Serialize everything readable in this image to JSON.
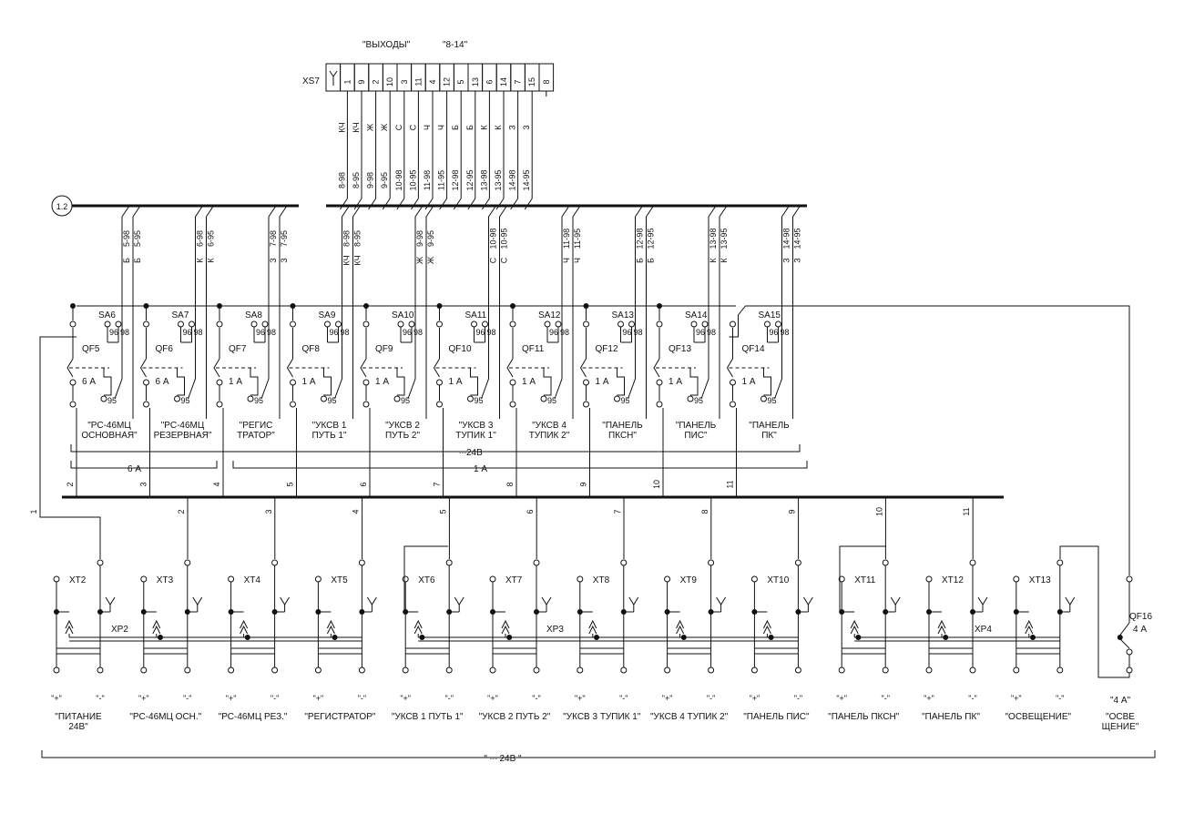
{
  "header": {
    "outputs": "\"ВЫХОДЫ\"",
    "range": "\"8-14\""
  },
  "connector_xs7": {
    "label": "XS7",
    "pins": [
      {
        "pin": "1",
        "color": "КЧ",
        "wire": "8-98"
      },
      {
        "pin": "9",
        "color": "КЧ",
        "wire": "8-95"
      },
      {
        "pin": "2",
        "color": "Ж",
        "wire": "9-98"
      },
      {
        "pin": "10",
        "color": "Ж",
        "wire": "9-95"
      },
      {
        "pin": "3",
        "color": "С",
        "wire": "10-98"
      },
      {
        "pin": "11",
        "color": "С",
        "wire": "10-95"
      },
      {
        "pin": "4",
        "color": "Ч",
        "wire": "11-98"
      },
      {
        "pin": "12",
        "color": "Ч",
        "wire": "11-95"
      },
      {
        "pin": "5",
        "color": "Б",
        "wire": "12-98"
      },
      {
        "pin": "13",
        "color": "Б",
        "wire": "12-95"
      },
      {
        "pin": "6",
        "color": "К",
        "wire": "13-98"
      },
      {
        "pin": "14",
        "color": "К",
        "wire": "13-95"
      },
      {
        "pin": "7",
        "color": "З",
        "wire": "14-98"
      },
      {
        "pin": "15",
        "color": "З",
        "wire": "14-95"
      },
      {
        "pin": "8",
        "color": "",
        "wire": ""
      }
    ]
  },
  "sheet_ref": "1.2",
  "channels": [
    {
      "sa": "SA6",
      "qf": "QF5",
      "rating": "6 А",
      "w98": "5-98",
      "w95": "5-95",
      "color": "Б",
      "label": [
        "\"РС-46МЦ",
        "ОСНОВНАЯ\""
      ]
    },
    {
      "sa": "SA7",
      "qf": "QF6",
      "rating": "6 А",
      "w98": "6-98",
      "w95": "6-95",
      "color": "К",
      "label": [
        "\"РС-46МЦ",
        "РЕЗЕРВНАЯ\""
      ]
    },
    {
      "sa": "SA8",
      "qf": "QF7",
      "rating": "1 А",
      "w98": "7-98",
      "w95": "7-95",
      "color": "З",
      "label": [
        "\"РЕГИС",
        "ТРАТОР\""
      ]
    },
    {
      "sa": "SA9",
      "qf": "QF8",
      "rating": "1 А",
      "w98": "8-98",
      "w95": "8-95",
      "color": "КЧ",
      "label": [
        "\"УКСВ 1",
        "ПУТЬ 1\""
      ]
    },
    {
      "sa": "SA10",
      "qf": "QF9",
      "rating": "1 А",
      "w98": "9-98",
      "w95": "9-95",
      "color": "Ж",
      "label": [
        "\"УКСВ 2",
        "ПУТЬ 2\""
      ]
    },
    {
      "sa": "SA11",
      "qf": "QF10",
      "rating": "1 А",
      "w98": "10-98",
      "w95": "10-95",
      "color": "С",
      "label": [
        "\"УКСВ 3",
        "ТУПИК 1\""
      ]
    },
    {
      "sa": "SA12",
      "qf": "QF11",
      "rating": "1 А",
      "w98": "11-98",
      "w95": "11-95",
      "color": "Ч",
      "label": [
        "\"УКСВ 4",
        "ТУПИК 2\""
      ]
    },
    {
      "sa": "SA13",
      "qf": "QF12",
      "rating": "1 А",
      "w98": "12-98",
      "w95": "12-95",
      "color": "Б",
      "label": [
        "\"ПАНЕЛЬ",
        "ПКСН\""
      ]
    },
    {
      "sa": "SA14",
      "qf": "QF13",
      "rating": "1 А",
      "w98": "13-98",
      "w95": "13-95",
      "color": "К",
      "label": [
        "\"ПАНЕЛЬ",
        "ПИС\""
      ]
    },
    {
      "sa": "SA15",
      "qf": "QF14",
      "rating": "1 А",
      "w98": "14-98",
      "w95": "14-95",
      "color": "З",
      "label": [
        "\"ПАНЕЛЬ",
        "ПК\""
      ]
    }
  ],
  "contact_labels": {
    "c96": "96",
    "c98": "98",
    "c95": "95"
  },
  "group_labels": {
    "dc24": "24В",
    "g6a": "6 А",
    "g1a": "1 А"
  },
  "lower_bus_numbers": [
    "2",
    "3",
    "4",
    "5",
    "6",
    "7",
    "8",
    "9",
    "10",
    "11"
  ],
  "drop_numbers": [
    "2",
    "3",
    "4",
    "5",
    "6",
    "7",
    "8",
    "9",
    "10",
    "11"
  ],
  "left_wire_number": "1",
  "terminal_blocks": [
    "XT2",
    "XT3",
    "XT4",
    "XT5",
    "XT6",
    "XT7",
    "XT8",
    "XT9",
    "XT10",
    "XT11",
    "XT12",
    "XT13"
  ],
  "plugs": [
    "XP2",
    "XP3",
    "XP4"
  ],
  "polarity": {
    "plus": "\"+\"",
    "minus": "\"-\""
  },
  "outputs": [
    [
      "\"ПИТАНИЕ",
      "24В\""
    ],
    [
      "\"РС-46МЦ ОСН.\""
    ],
    [
      "\"РС-46МЦ РЕЗ.\""
    ],
    [
      "\"РЕГИСТРАТОР\""
    ],
    [
      "\"УКСВ 1 ПУТЬ 1\""
    ],
    [
      "\"УКСВ 2 ПУТЬ 2\""
    ],
    [
      "\"УКСВ 3 ТУПИК 1\""
    ],
    [
      "\"УКСВ 4 ТУПИК 2\""
    ],
    [
      "\"ПАНЕЛЬ ПИС\""
    ],
    [
      "\"ПАНЕЛЬ ПКСН\""
    ],
    [
      "\"ПАНЕЛЬ ПК\""
    ],
    [
      "\"ОСВЕЩЕНИЕ\""
    ]
  ],
  "lighting_breaker": {
    "label": "QF16",
    "rating": "4 А",
    "note": "\"4 А\"",
    "caption": [
      "\"ОСВЕ",
      "ЩЕНИЕ\""
    ]
  },
  "bottom_bracket": {
    "label": "\" ⎓ 24В \""
  }
}
